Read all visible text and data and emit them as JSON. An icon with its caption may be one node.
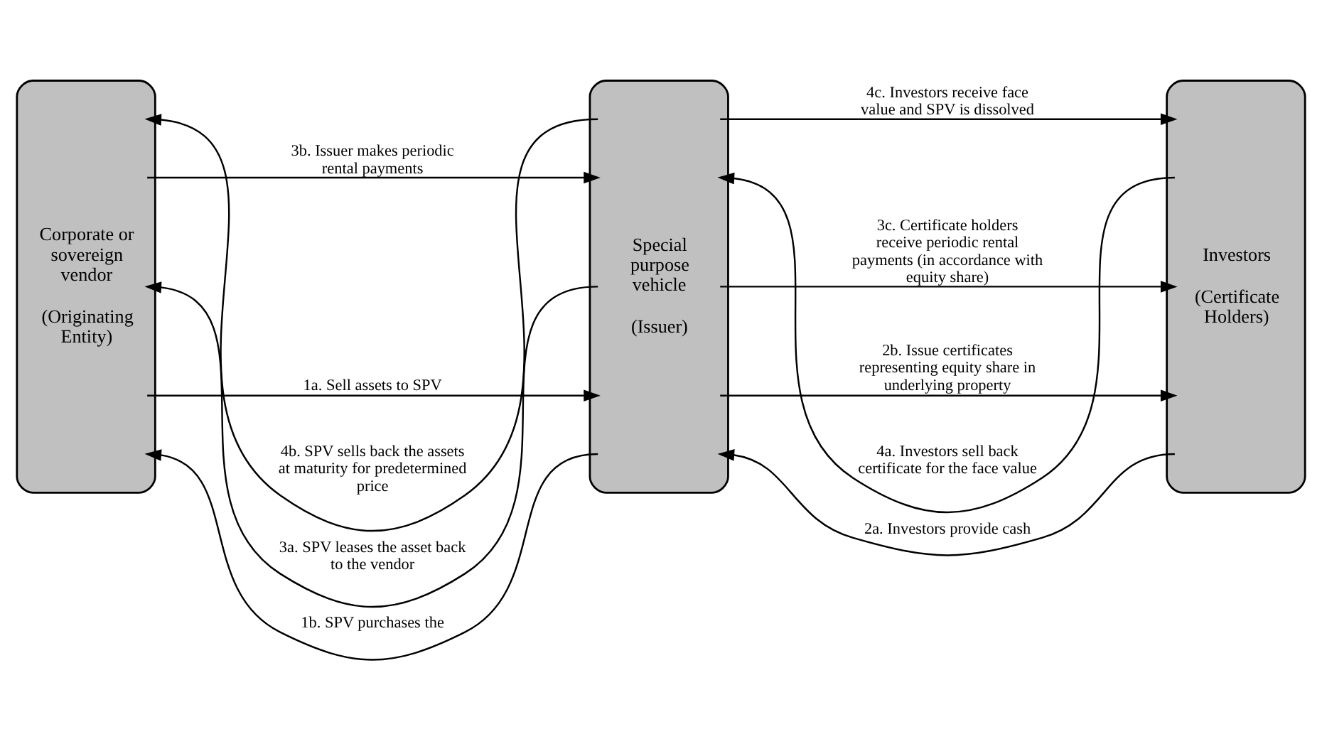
{
  "diagram": {
    "nodes": [
      {
        "text": [
          "Corporate or sovereign vendor",
          "(Originating Entity)"
        ]
      },
      {
        "text": [
          "Special purpose vehicle",
          "(Issuer)"
        ]
      },
      {
        "text": [
          "Investors",
          "(Certificate Holders)"
        ]
      }
    ],
    "edges": [
      {
        "from": 1,
        "to": 0,
        "arrow": "to",
        "label": "4b. SPV sells back the assets at maturity for predetermined price"
      },
      {
        "from": 1,
        "to": 2,
        "arrow": "to",
        "label": "4c. Investors receive face value and SPV is dissolved"
      },
      {
        "from": 2,
        "to": 1,
        "arrow": "to",
        "label": "4a. Investors sell back certificate for the face value"
      },
      {
        "from": 0,
        "to": 1,
        "arrow": "to",
        "label": "3b. Issuer makes periodic rental payments"
      },
      {
        "from": 1,
        "to": 2,
        "arrow": "to",
        "label": "3c. Certificate holders receive periodic rental payments (in accordance with equity share)"
      },
      {
        "from": 1,
        "to": 0,
        "arrow": "to",
        "label": "3a. SPV leases the asset back to the vendor"
      },
      {
        "from": 0,
        "to": 1,
        "arrow": "to",
        "label": "1a. Sell assets to SPV"
      },
      {
        "from": 1,
        "to": 2,
        "arrow": "to",
        "label": "2b. Issue certificates representing equity share in underlying property"
      },
      {
        "from": 1,
        "to": 0,
        "arrow": "to",
        "label": "1b. SPV purchases the"
      },
      {
        "from": 2,
        "to": 1,
        "arrow": "to",
        "label": "2a. Investors provide cash"
      }
    ]
  }
}
